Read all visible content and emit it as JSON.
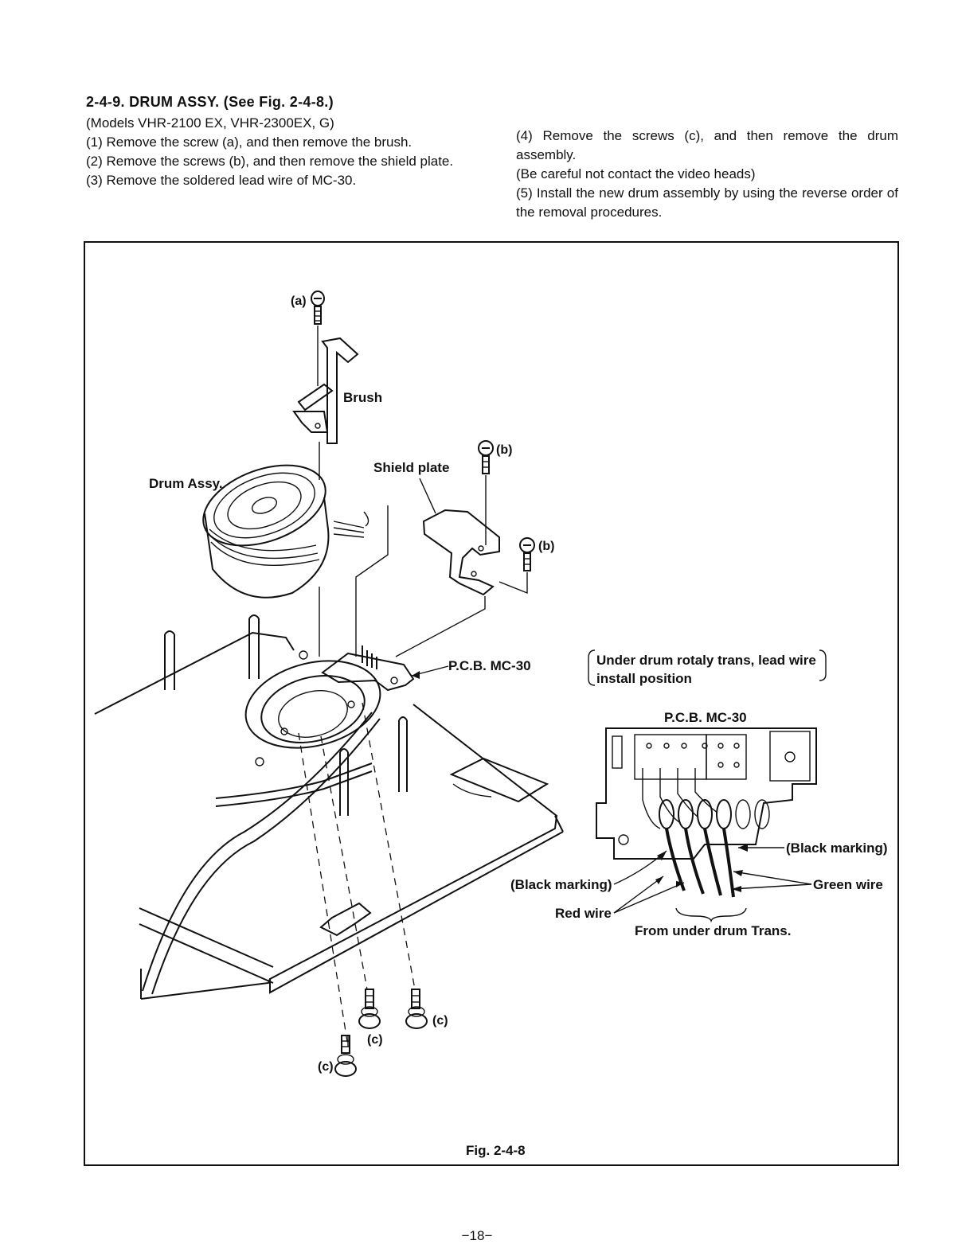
{
  "section": {
    "heading": "2-4-9.  DRUM ASSY. (See Fig. 2-4-8.)",
    "models": "(Models VHR-2100 EX, VHR-2300EX, G)",
    "steps_left": [
      "(1)  Remove the screw (a), and then remove the brush.",
      "(2)  Remove the screws (b), and then remove the shield plate.",
      "(3)  Remove the soldered lead wire of MC-30."
    ],
    "steps_right": [
      "(4)  Remove the screws (c), and then remove the drum assembly.",
      "(Be careful not contact the video heads)",
      "(5)  Install the new drum assembly by using the reverse order of the removal procedures."
    ]
  },
  "figure": {
    "labels": {
      "screw_a": "(a)",
      "brush": "Brush",
      "screw_b1": "(b)",
      "screw_b2": "(b)",
      "shield_plate": "Shield plate",
      "drum_assy": "Drum Assy.",
      "pcb_mc30": "P.C.B. MC-30",
      "install_note_line1": "Under drum rotaly trans, lead wire",
      "install_note_line2": "install position",
      "detail_title": "P.C.B. MC-30",
      "black_marking_right": "(Black marking)",
      "black_marking_left": "(Black marking)",
      "green_wire": "Green wire",
      "red_wire": "Red wire",
      "from_under_drum": "From under drum Trans.",
      "screw_c1": "(c)",
      "screw_c2": "(c)",
      "screw_c3": "(c)"
    },
    "caption": "Fig. 2-4-8"
  },
  "page_number": "−18−"
}
